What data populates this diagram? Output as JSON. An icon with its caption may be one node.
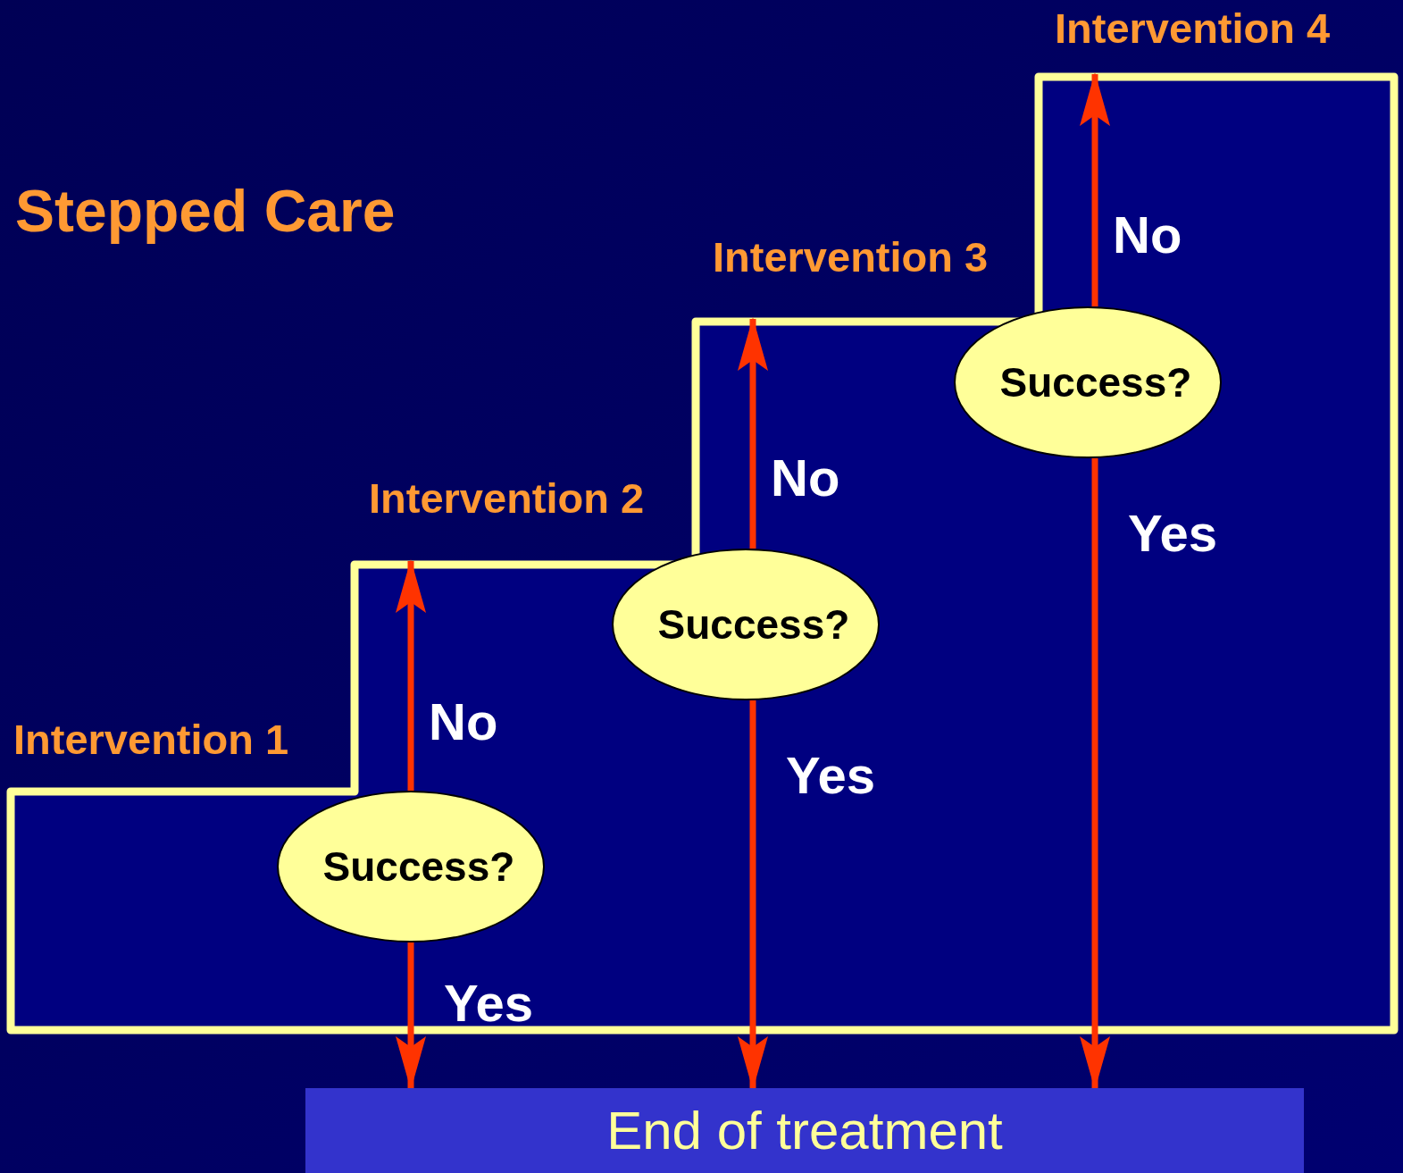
{
  "diagram": {
    "title": "Stepped Care",
    "nodes": [
      {
        "text": [
          "Intervention 1"
        ]
      },
      {
        "text": [
          "Intervention 2"
        ]
      },
      {
        "text": [
          "Intervention 3"
        ]
      },
      {
        "text": [
          "Intervention 4"
        ]
      },
      {
        "text": [
          "Success?"
        ]
      },
      {
        "text": [
          "Success?"
        ]
      },
      {
        "text": [
          "Success?"
        ]
      },
      {
        "text": [
          "End of treatment"
        ]
      }
    ],
    "edges": [
      {
        "from": 4,
        "to": 1,
        "arrow": "to",
        "label": "No"
      },
      {
        "from": 4,
        "to": 7,
        "arrow": "to",
        "label": "Yes"
      },
      {
        "from": 5,
        "to": 2,
        "arrow": "to",
        "label": "No"
      },
      {
        "from": 5,
        "to": 7,
        "arrow": "to",
        "label": "Yes"
      },
      {
        "from": 6,
        "to": 3,
        "arrow": "to",
        "label": "No"
      },
      {
        "from": 6,
        "to": 7,
        "arrow": "to",
        "label": "Yes"
      }
    ]
  }
}
